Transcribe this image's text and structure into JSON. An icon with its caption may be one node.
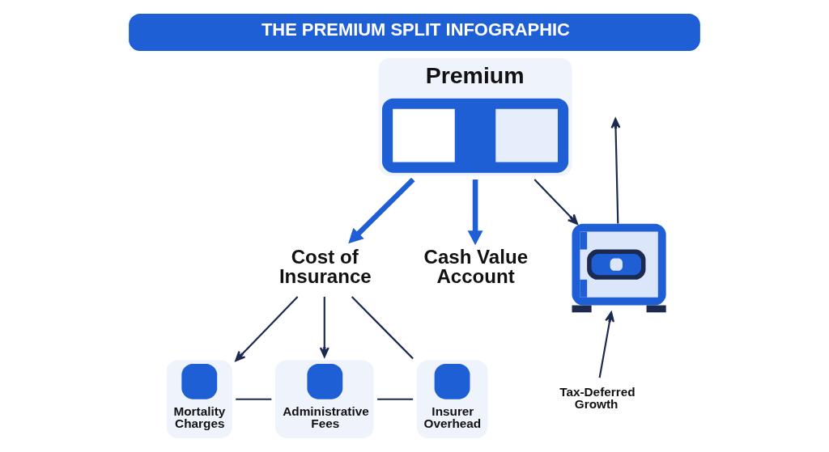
{
  "diagram": {
    "title": "THE PREMIUM SPLIT INFOGRAPHIC",
    "nodes": [
      {
        "text": [
          "Mortality Charges"
        ]
      },
      {
        "text": [
          "Administrative Fees"
        ]
      },
      {
        "text": [
          "Insurer Overhead"
        ]
      },
      {
        "text": [
          "Premium"
        ]
      },
      {
        "text": [
          "Cost of Insurance"
        ]
      },
      {
        "text": [
          "Cash Value Account"
        ]
      },
      {
        "text": [],
        "shape": "picture"
      },
      {
        "text": [
          "Tax-Deferred Growth"
        ]
      }
    ],
    "edges": [
      {
        "from": 3,
        "to": 4,
        "arrow": "to",
        "style": "thick",
        "color": "#1f5fd6"
      },
      {
        "from": 3,
        "to": 5,
        "arrow": "to",
        "style": "thick",
        "color": "#1f5fd6"
      },
      {
        "from": 3,
        "to": 6,
        "arrow": "to"
      },
      {
        "from": 4,
        "to": 0,
        "arrow": "to"
      },
      {
        "from": 4,
        "to": 1,
        "arrow": "to"
      },
      {
        "from": 4,
        "to": 2,
        "arrow": "none"
      },
      {
        "from": 0,
        "to": 1,
        "arrow": "none"
      },
      {
        "from": 1,
        "to": 2,
        "arrow": "none"
      },
      {
        "from": 7,
        "to": 6,
        "arrow": "to"
      },
      {
        "from": 6,
        "to": null,
        "arrow": "to"
      }
    ]
  }
}
